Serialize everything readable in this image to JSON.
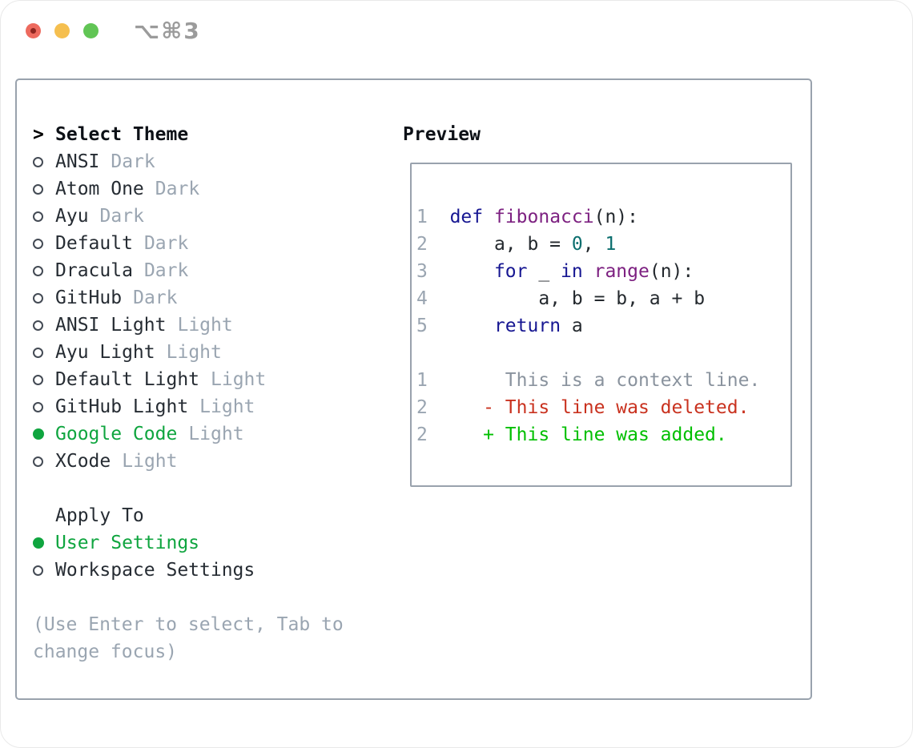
{
  "window": {
    "title": "⌥⌘3"
  },
  "theme_picker": {
    "prompt": ">",
    "title": "Select Theme",
    "items": [
      {
        "name": "ANSI",
        "variant": "Dark",
        "selected": false
      },
      {
        "name": "Atom One",
        "variant": "Dark",
        "selected": false
      },
      {
        "name": "Ayu",
        "variant": "Dark",
        "selected": false
      },
      {
        "name": "Default",
        "variant": "Dark",
        "selected": false
      },
      {
        "name": "Dracula",
        "variant": "Dark",
        "selected": false
      },
      {
        "name": "GitHub",
        "variant": "Dark",
        "selected": false
      },
      {
        "name": "ANSI Light",
        "variant": "Light",
        "selected": false
      },
      {
        "name": "Ayu Light",
        "variant": "Light",
        "selected": false
      },
      {
        "name": "Default Light",
        "variant": "Light",
        "selected": false
      },
      {
        "name": "GitHub Light",
        "variant": "Light",
        "selected": false
      },
      {
        "name": "Google Code",
        "variant": "Light",
        "selected": true
      },
      {
        "name": "XCode",
        "variant": "Light",
        "selected": false
      }
    ]
  },
  "apply_to": {
    "title": "Apply To",
    "options": [
      {
        "label": "User Settings",
        "selected": true
      },
      {
        "label": "Workspace Settings",
        "selected": false
      }
    ]
  },
  "hint_lines": [
    "(Use Enter to select, Tab to",
    "change focus)"
  ],
  "preview": {
    "title": "Preview",
    "code_lines": [
      {
        "num": "1",
        "segments": [
          {
            "text": "  ",
            "color": "plain"
          },
          {
            "text": "def",
            "color": "keyword"
          },
          {
            "text": " ",
            "color": "plain"
          },
          {
            "text": "fibonacci",
            "color": "function"
          },
          {
            "text": "(n):",
            "color": "plain"
          }
        ]
      },
      {
        "num": "2",
        "segments": [
          {
            "text": "      a, b = ",
            "color": "plain"
          },
          {
            "text": "0",
            "color": "literal"
          },
          {
            "text": ", ",
            "color": "plain"
          },
          {
            "text": "1",
            "color": "literal"
          }
        ]
      },
      {
        "num": "3",
        "segments": [
          {
            "text": "      ",
            "color": "plain"
          },
          {
            "text": "for",
            "color": "keyword"
          },
          {
            "text": " _ ",
            "color": "plain"
          },
          {
            "text": "in",
            "color": "keyword"
          },
          {
            "text": " ",
            "color": "plain"
          },
          {
            "text": "range",
            "color": "function"
          },
          {
            "text": "(n):",
            "color": "plain"
          }
        ]
      },
      {
        "num": "4",
        "segments": [
          {
            "text": "          a, b = b, a + b",
            "color": "plain"
          }
        ]
      },
      {
        "num": "5",
        "segments": [
          {
            "text": "      ",
            "color": "plain"
          },
          {
            "text": "return",
            "color": "keyword"
          },
          {
            "text": " a",
            "color": "plain"
          }
        ]
      }
    ],
    "diff_lines": [
      {
        "num": "1",
        "segments": [
          {
            "text": "       This is a context line.",
            "color": "context"
          }
        ]
      },
      {
        "num": "2",
        "segments": [
          {
            "text": "     - This line was deleted.",
            "color": "deleted"
          }
        ]
      },
      {
        "num": "2",
        "segments": [
          {
            "text": "     + This line was added.",
            "color": "added"
          }
        ]
      }
    ]
  },
  "colors": {
    "accent_green": "#0fa53f",
    "muted": "#9aa5b1",
    "text": "#262c33",
    "heading": "#0d1117",
    "border": "#99a2ad",
    "keyword": "#171792",
    "function": "#7d2181",
    "literal": "#0b6e6e",
    "plain": "#24292e",
    "context": "#8a939e",
    "deleted": "#c9321f",
    "added": "#00bf00",
    "line_number": "#9aa5b1",
    "traffic_red": "#ed6a5e",
    "traffic_red_dot": "#8e2620",
    "traffic_yellow": "#f5bf4f",
    "traffic_green": "#61c555",
    "title_gray": "#9b9b9b"
  }
}
